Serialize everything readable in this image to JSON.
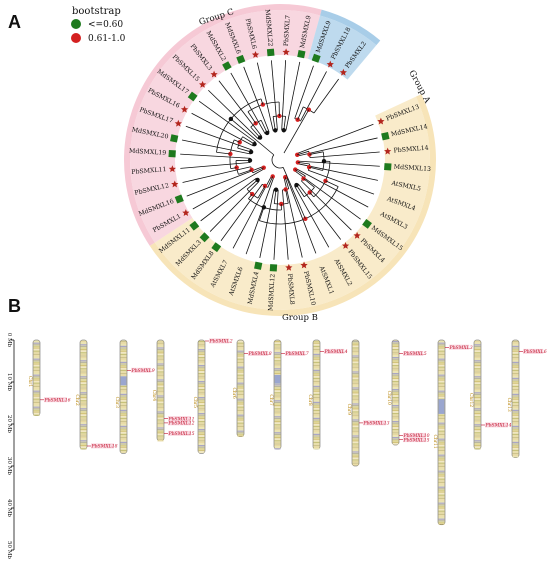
{
  "panelA": {
    "label": "A",
    "legend": {
      "title": "bootstrap",
      "items": [
        {
          "label": "<=0.60",
          "color": "#1e7a1e"
        },
        {
          "label": "0.61-1.0",
          "color": "#d42020"
        }
      ]
    },
    "groups": [
      {
        "name": "Group A",
        "color": "#a8cde8"
      },
      {
        "name": "Group B",
        "color": "#f7e4b8"
      },
      {
        "name": "Group C",
        "color": "#f6c9d5"
      }
    ],
    "leaves": [
      {
        "label": "PbSMXL13",
        "group": "B",
        "marker": "star"
      },
      {
        "label": "MdSMXL14",
        "group": "B",
        "marker": "square"
      },
      {
        "label": "PbSMXL14",
        "group": "B",
        "marker": "star"
      },
      {
        "label": "MdSMXL13",
        "group": "B",
        "marker": "square"
      },
      {
        "label": "AtSMXL5",
        "group": "B",
        "marker": "none"
      },
      {
        "label": "AtSMXL4",
        "group": "B",
        "marker": "none"
      },
      {
        "label": "AtSMXL3",
        "group": "B",
        "marker": "none"
      },
      {
        "label": "MdSMXL15",
        "group": "B",
        "marker": "square"
      },
      {
        "label": "PbSMXL4",
        "group": "B",
        "marker": "star"
      },
      {
        "label": "PbSMXL15",
        "group": "B",
        "marker": "star"
      },
      {
        "label": "AtSMXL2",
        "group": "B",
        "marker": "none"
      },
      {
        "label": "AtSMXL1",
        "group": "B",
        "marker": "none"
      },
      {
        "label": "PbSMXL10",
        "group": "B",
        "marker": "star"
      },
      {
        "label": "PbSMXL8",
        "group": "B",
        "marker": "star"
      },
      {
        "label": "MdSMXL12",
        "group": "B",
        "marker": "square"
      },
      {
        "label": "MdSMXL4",
        "group": "B",
        "marker": "square"
      },
      {
        "label": "AtSMXL6",
        "group": "B",
        "marker": "none"
      },
      {
        "label": "AtSMXL7",
        "group": "B",
        "marker": "none"
      },
      {
        "label": "MdSMXL8",
        "group": "B",
        "marker": "square"
      },
      {
        "label": "MdSMXL3",
        "group": "B",
        "marker": "square"
      },
      {
        "label": "MdSMXL11",
        "group": "B",
        "marker": "square"
      },
      {
        "label": "PbSMXL1",
        "group": "C",
        "marker": "star"
      },
      {
        "label": "MdSMXL16",
        "group": "C",
        "marker": "square"
      },
      {
        "label": "PbSMXL12",
        "group": "C",
        "marker": "star"
      },
      {
        "label": "PbSMXL11",
        "group": "C",
        "marker": "star"
      },
      {
        "label": "MdSMXL19",
        "group": "C",
        "marker": "square"
      },
      {
        "label": "MdSMXL20",
        "group": "C",
        "marker": "square"
      },
      {
        "label": "PbSMXL17",
        "group": "C",
        "marker": "star"
      },
      {
        "label": "PbSMXL16",
        "group": "C",
        "marker": "star"
      },
      {
        "label": "MdSMXL17",
        "group": "C",
        "marker": "square"
      },
      {
        "label": "PbSMXL15",
        "group": "C",
        "marker": "star"
      },
      {
        "label": "PbSMXL3",
        "group": "C",
        "marker": "star"
      },
      {
        "label": "MdSMXL2",
        "group": "C",
        "marker": "square"
      },
      {
        "label": "MdSMXL6",
        "group": "C",
        "marker": "square"
      },
      {
        "label": "PbSMXL6",
        "group": "C",
        "marker": "star"
      },
      {
        "label": "MdSMXL22",
        "group": "C",
        "marker": "square"
      },
      {
        "label": "PbSMXL7",
        "group": "C",
        "marker": "star"
      },
      {
        "label": "MdSMXL9",
        "group": "C",
        "marker": "square"
      },
      {
        "label": "MdSMXL9",
        "group": "A",
        "marker": "square"
      },
      {
        "label": "PbSMXL18",
        "group": "A",
        "marker": "star"
      },
      {
        "label": "PbSMXL2",
        "group": "A",
        "marker": "star"
      }
    ]
  },
  "panelB": {
    "label": "B",
    "axis_unit": "Mb",
    "ticks": [
      "0 Mb",
      "10 Mb",
      "20 Mb",
      "30 Mb",
      "40 Mb",
      "50 Mb"
    ],
    "chromosomes": [
      {
        "name": "Chr1",
        "length": 18,
        "genes": [
          {
            "name": "PbSMXL16",
            "pos": 14
          }
        ]
      },
      {
        "name": "Chr2",
        "length": 26,
        "genes": [
          {
            "name": "PbSMXL18",
            "pos": 25
          }
        ]
      },
      {
        "name": "Chr3",
        "length": 27,
        "genes": [
          {
            "name": "PbSMXL9",
            "pos": 7
          }
        ]
      },
      {
        "name": "Chr4",
        "length": 24,
        "genes": [
          {
            "name": "PbSMXL11",
            "pos": 18.5
          },
          {
            "name": "PbSMXL12",
            "pos": 19.5
          },
          {
            "name": "PbSMXL15",
            "pos": 22
          }
        ]
      },
      {
        "name": "Chr5",
        "length": 27,
        "genes": [
          {
            "name": "PbSMXL2",
            "pos": 0
          }
        ]
      },
      {
        "name": "Chr6",
        "length": 23,
        "genes": [
          {
            "name": "PbSMXL8",
            "pos": 3
          }
        ]
      },
      {
        "name": "Chr7",
        "length": 26,
        "genes": [
          {
            "name": "PbSMXL7",
            "pos": 3
          }
        ]
      },
      {
        "name": "Chr8",
        "length": 26,
        "genes": [
          {
            "name": "PbSMXL4",
            "pos": 2.5
          }
        ]
      },
      {
        "name": "Chr9",
        "length": 30,
        "genes": [
          {
            "name": "PbSMXL13",
            "pos": 19.5
          }
        ]
      },
      {
        "name": "Chr10",
        "length": 25,
        "genes": [
          {
            "name": "PbSMXL5",
            "pos": 3
          },
          {
            "name": "PbSMXL10",
            "pos": 22.5
          },
          {
            "name": "PbSMXL15",
            "pos": 23.5
          }
        ]
      },
      {
        "name": "Chr11",
        "length": 44,
        "genes": [
          {
            "name": "PbSMXL3",
            "pos": 1.5
          }
        ]
      },
      {
        "name": "Chr12",
        "length": 26,
        "genes": [
          {
            "name": "PbSMXL14",
            "pos": 20
          }
        ]
      },
      {
        "name": "Chr13",
        "length": 28,
        "genes": [
          {
            "name": "PbSMXL6",
            "pos": 2.5
          }
        ]
      }
    ]
  }
}
